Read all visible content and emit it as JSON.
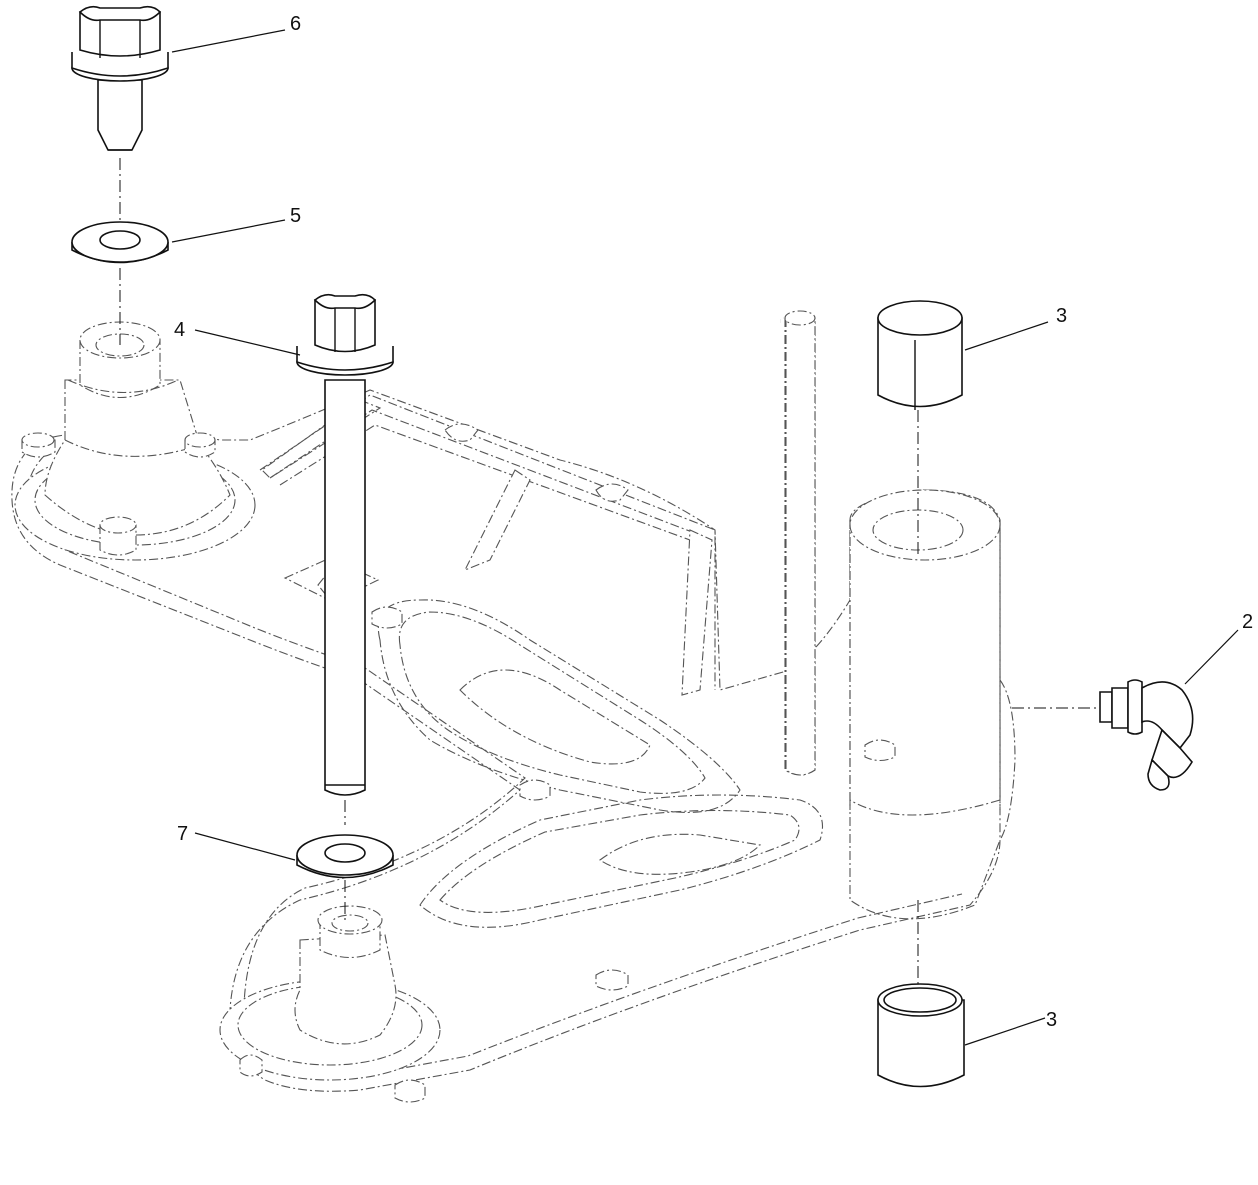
{
  "callouts": {
    "c6": "6",
    "c5": "5",
    "c3a": "3",
    "c2": "2",
    "c4": "4",
    "c7": "7",
    "c3b": "3"
  }
}
